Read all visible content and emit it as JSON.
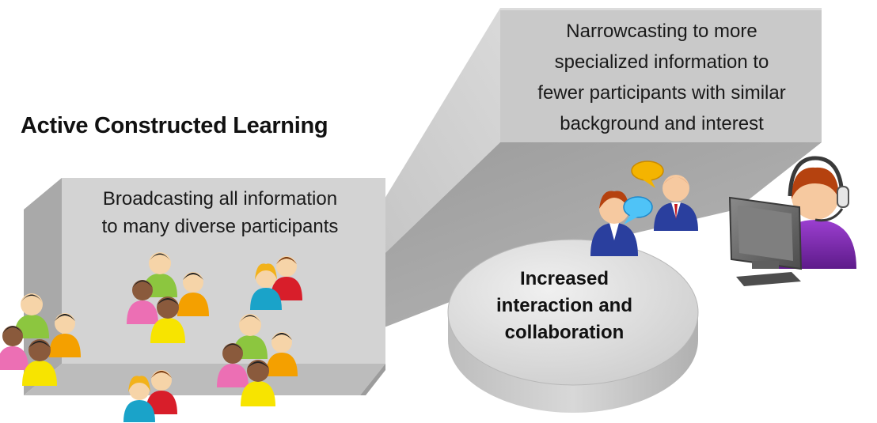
{
  "title": "Active Constructed Learning",
  "broadcast_text": [
    "Broadcasting all information",
    "to many diverse participants"
  ],
  "narrowcast_text": [
    "Narrowcasting to more",
    "specialized information to",
    "fewer participants with similar",
    "background and interest"
  ],
  "interaction_text": [
    "Increased",
    "interaction and",
    "collaboration"
  ],
  "colors": {
    "panel_front": "#d2d2d2",
    "panel_side": "#a9a9a9",
    "panel_top": "#e6e6e6",
    "beam": "#c9c9c9",
    "disc_top": "#e4e4e4",
    "disc_side": "#c6c6c6"
  },
  "icons": [
    "group-of-people-icon",
    "pair-of-people-icon",
    "chatting-people-icon",
    "speech-bubble-icon",
    "headset-operator-icon",
    "computer-monitor-icon"
  ]
}
